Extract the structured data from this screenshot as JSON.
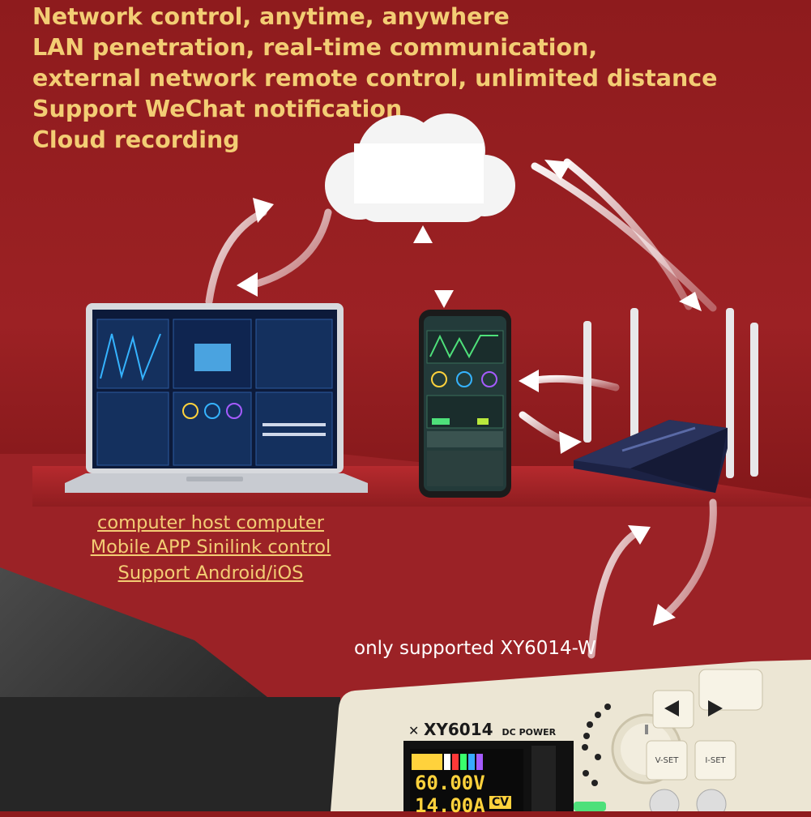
{
  "headline": {
    "line1": "Network control, anytime, anywhere",
    "line2": "LAN penetration, real-time communication,",
    "line3": "external network remote control, unlimited distance",
    "line4": "Support WeChat notification",
    "line5": "Cloud recording"
  },
  "captions": {
    "host": "computer host computer",
    "app": "Mobile APP Sinilink control",
    "os": "Support Android/iOS"
  },
  "device_note": "only supported XY6014-W",
  "device": {
    "logo": "XY6014",
    "subtitle": "DC POWER",
    "voltage": "60.00V",
    "current": "14.00A",
    "mode": "CV",
    "vset_label": "V-SET",
    "iset_label": "I-SET"
  },
  "colors": {
    "headline": "#f3cd74",
    "background": "#9c2124",
    "device_body": "#ece6d4"
  },
  "icons": [
    "cloud-icon",
    "laptop-icon",
    "smartphone-icon",
    "router-icon",
    "power-supply-icon",
    "arrow-icon"
  ]
}
